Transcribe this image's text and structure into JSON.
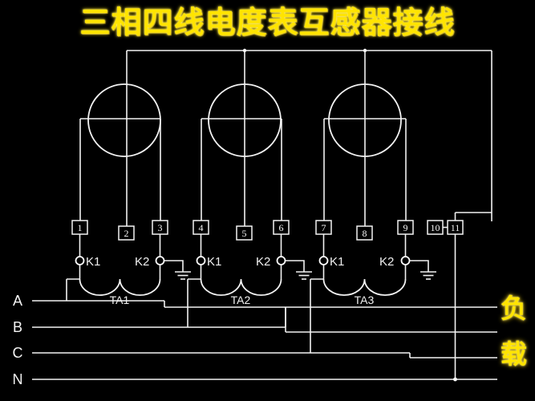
{
  "title": "三相四线电度表互感器接线",
  "colors": {
    "background": "#000000",
    "title_text": "#ffe400",
    "wire": "#f2f2f2",
    "label_text": "#f0f0f0",
    "load_text": "#ffe400"
  },
  "meter": {
    "elements": [
      {
        "id": "element-1",
        "name": "meter-element-a"
      },
      {
        "id": "element-2",
        "name": "meter-element-b"
      },
      {
        "id": "element-3",
        "name": "meter-element-c"
      }
    ],
    "terminals": [
      {
        "number": "1"
      },
      {
        "number": "2"
      },
      {
        "number": "3"
      },
      {
        "number": "4"
      },
      {
        "number": "5"
      },
      {
        "number": "6"
      },
      {
        "number": "7"
      },
      {
        "number": "8"
      },
      {
        "number": "9"
      },
      {
        "number": "10"
      },
      {
        "number": "11"
      }
    ]
  },
  "transformers": [
    {
      "label": "TA1",
      "k1": "K1",
      "k2": "K2"
    },
    {
      "label": "TA2",
      "k1": "K1",
      "k2": "K2"
    },
    {
      "label": "TA3",
      "k1": "K1",
      "k2": "K2"
    }
  ],
  "phases": [
    {
      "label": "A"
    },
    {
      "label": "B"
    },
    {
      "label": "C"
    },
    {
      "label": "N"
    }
  ],
  "load": {
    "char1": "负",
    "char2": "载"
  },
  "symbols": {
    "ground": "earth-ground-symbol",
    "coil": "ct-secondary-winding"
  }
}
